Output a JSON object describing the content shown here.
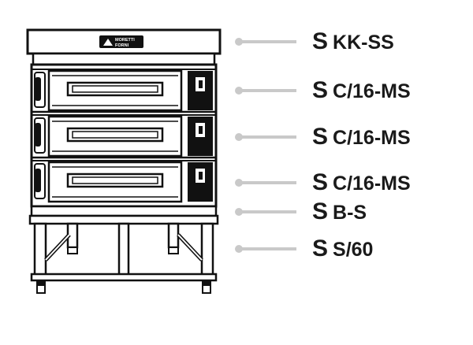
{
  "brand": {
    "logo_line1": "MORETTI",
    "logo_line2": "FORNI"
  },
  "callouts": [
    {
      "prefix": "S",
      "code": "KK-SS"
    },
    {
      "prefix": "S",
      "code": "C/16-MS"
    },
    {
      "prefix": "S",
      "code": "C/16-MS"
    },
    {
      "prefix": "S",
      "code": "C/16-MS"
    },
    {
      "prefix": "S",
      "code": "B-S"
    },
    {
      "prefix": "S",
      "code": "S/60"
    }
  ],
  "colors": {
    "outline": "#111111",
    "callout_line": "#c9c9c9",
    "panel": "#f4f4f4"
  }
}
